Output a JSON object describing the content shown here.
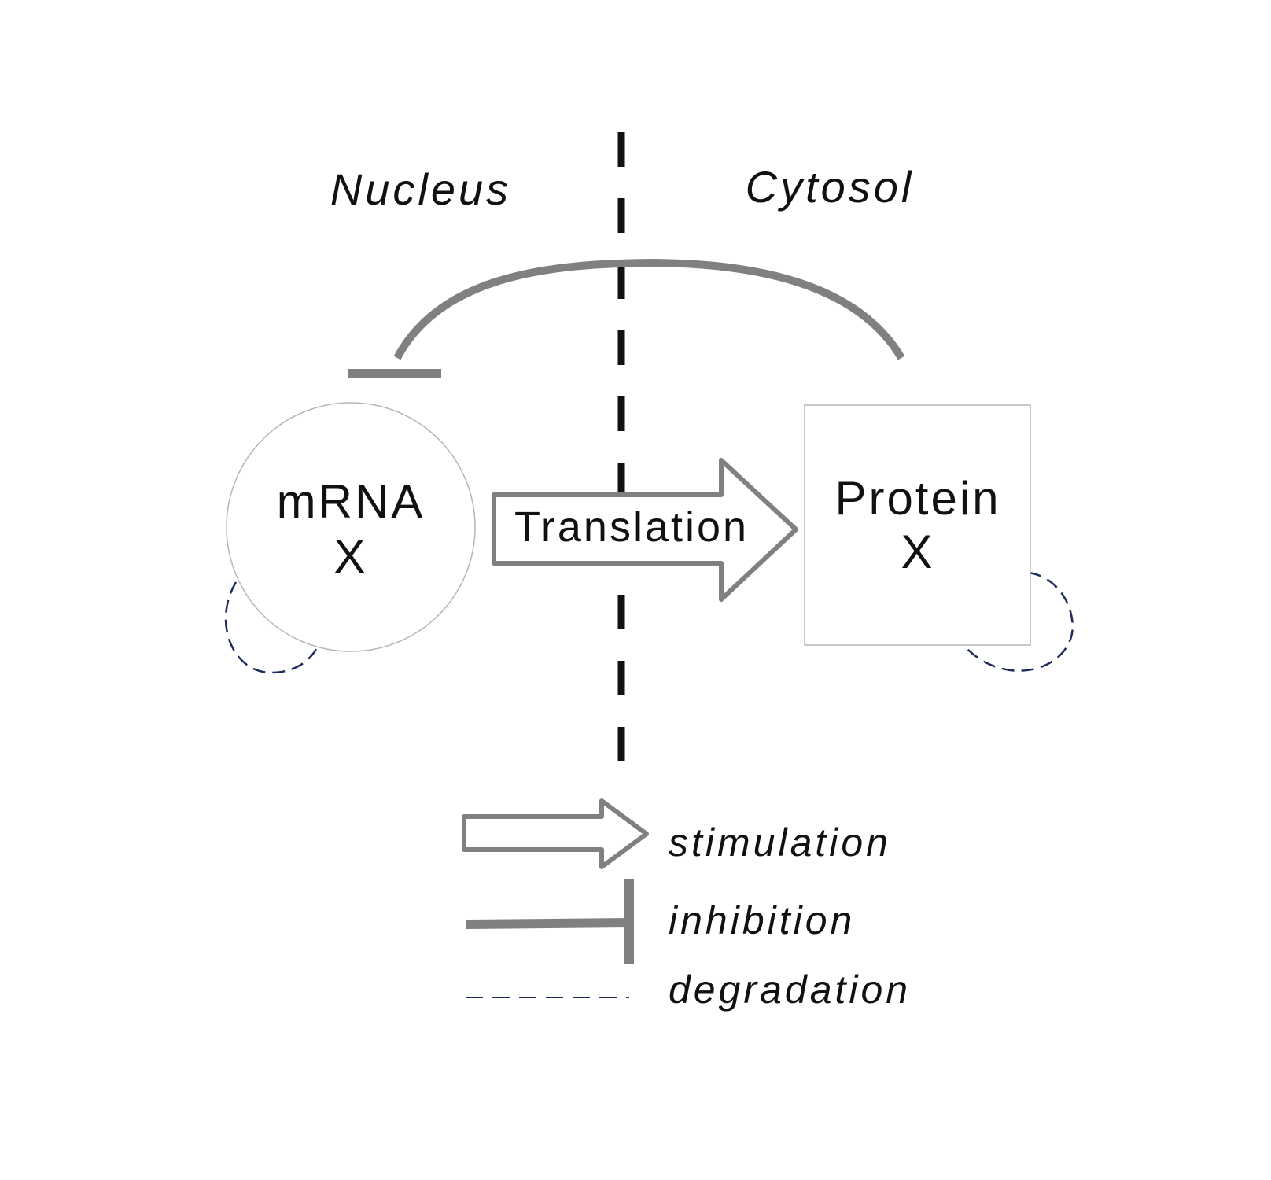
{
  "compartments": {
    "left": "Nucleus",
    "right": "Cytosol"
  },
  "nodes": {
    "mrna": {
      "line1": "mRNA",
      "line2": "X"
    },
    "protein": {
      "line1": "Protein",
      "line2": "X"
    }
  },
  "edges": {
    "translation": "Translation"
  },
  "legend": {
    "stimulation": "stimulation",
    "inhibition": "inhibition",
    "degradation": "degradation"
  },
  "colors": {
    "arrow_gray": "#808080",
    "divider": "#111111",
    "degradation_blue": "#1f2a5c",
    "node_border": "#b5b5b5"
  }
}
